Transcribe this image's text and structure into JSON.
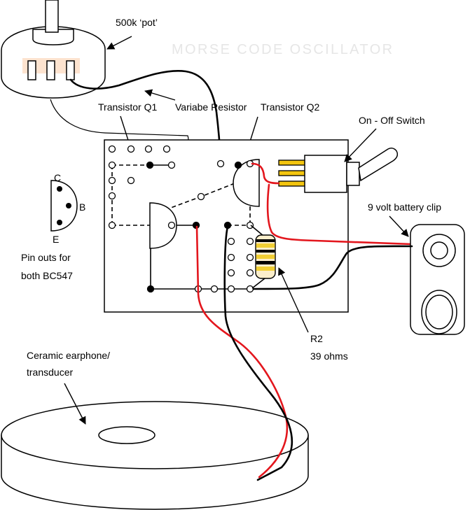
{
  "title": "MORSE CODE OSCILLATOR",
  "labels": {
    "pot": "500k ‘pot’",
    "transistor_q1": "Transistor Q1",
    "variable_resistor": "Variabe Resistor",
    "transistor_q2": "Transistor Q2",
    "switch": "On - Off Switch",
    "battery_clip": "9 volt battery clip",
    "r2": "R2",
    "r2_value": "39 ohms",
    "earphone_line1": "Ceramic earphone/",
    "earphone_line2": "transducer",
    "pinout_line1": "Pin outs for",
    "pinout_line2": "both BC547"
  },
  "pinout": {
    "c": "C",
    "b": "B",
    "e": "E"
  },
  "colors": {
    "title": "#e6e6e6",
    "red_wire": "#e3161d",
    "black_wire": "#000000",
    "switch_pins": "#f3c50f",
    "pot_terminal_panel": "#fde3cf",
    "resistor_body": "#fbeecb",
    "resistor_band_gold": "#f1cf34",
    "resistor_band_black": "#000000"
  }
}
